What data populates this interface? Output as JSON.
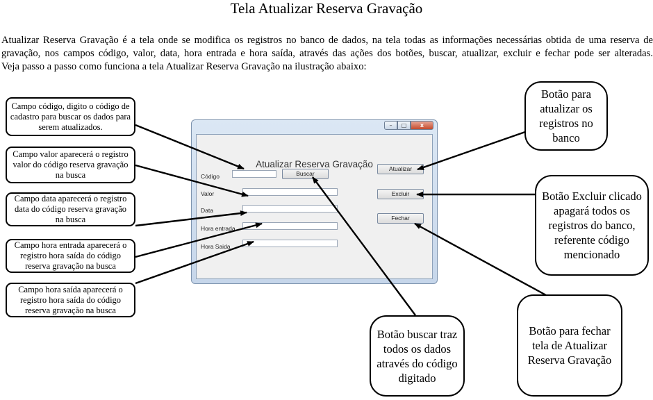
{
  "doc": {
    "title": "Tela Atualizar Reserva Gravação",
    "para1": "Atualizar Reserva Gravação é a tela onde se  modifica os registros no banco de dados, na tela  todas as informações necessárias obtida de uma  reserva de  gravação, nos  campos  código, valor,  data,  hora  entrada e hora saída, através das  ações  dos  botões,  buscar, atualizar, excluir e  fechar pode  ser alteradas.",
    "para2": "Veja passo a passo como funciona a tela Atualizar Reserva Gravação na ilustração abaixo:"
  },
  "form": {
    "title": "Atualizar Reserva Gravação",
    "controls": {
      "minimize": "–",
      "maximize": "□",
      "close": "x"
    },
    "labels": {
      "codigo": "Código",
      "valor": "Valor",
      "data": "Data",
      "hora_entrada": "Hora entrada",
      "hora_saida": "Hora Saida"
    },
    "buttons": {
      "buscar": "Buscar",
      "atualizar": "Atualizar",
      "excluir": "Excluir",
      "fechar": "Fechar"
    },
    "fields": {
      "codigo": "",
      "valor": "",
      "data": "",
      "hora_entrada": "",
      "hora_saida": ""
    }
  },
  "callouts": {
    "codigo": "Campo código, digito o código de cadastro para buscar os dados para serem atualizados.",
    "valor": "Campo valor aparecerá o registro valor do código reserva gravação  na busca",
    "data": "Campo data aparecerá o registro data do código reserva gravação na busca",
    "hora_entrada": "Campo hora entrada aparecerá o registro hora saída do código reserva gravação na busca",
    "hora_saida": "Campo hora saída aparecerá o registro hora saída do código reserva gravação na busca",
    "atualizar": "Botão para atualizar os registros no banco",
    "excluir": "Botão Excluir clicado apagará todos os registros do banco, referente código mencionado",
    "buscar": "Botão buscar traz todos os dados através do código digitado",
    "fechar": "Botão para fechar tela de Atualizar Reserva Gravação"
  }
}
